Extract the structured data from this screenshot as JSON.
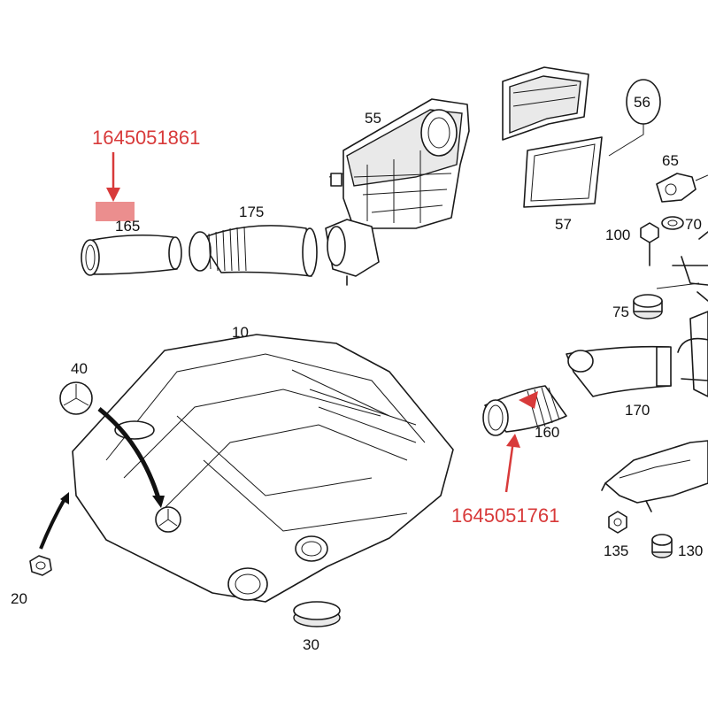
{
  "labels": {
    "p10": "10",
    "p20": "20",
    "p30": "30",
    "p40": "40",
    "p55": "55",
    "p56": "56",
    "p57": "57",
    "p65": "65",
    "p70": "70",
    "p75": "75",
    "p100": "100",
    "p130": "130",
    "p135": "135",
    "p160": "160",
    "p165": "165",
    "p170": "170",
    "p175": "175"
  },
  "annotations": {
    "part_number_top": "1645051861",
    "part_number_bottom": "1645051761",
    "color": "#d83a3a",
    "highlight_color": "#e87a7a"
  }
}
